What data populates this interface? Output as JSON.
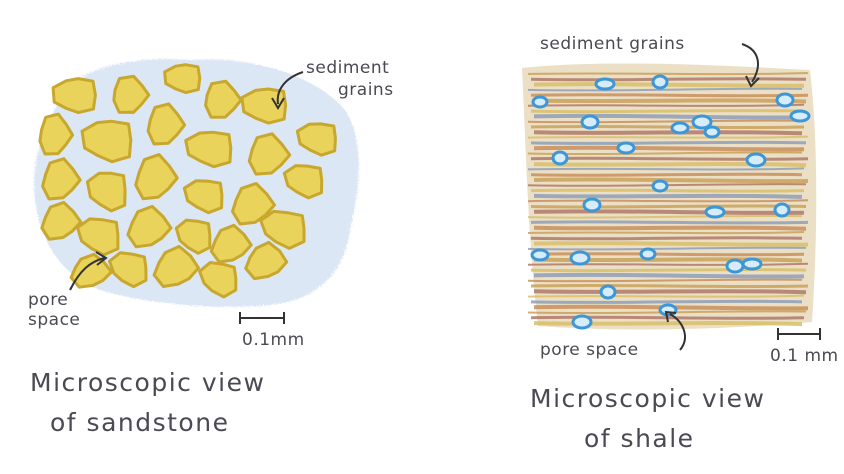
{
  "panels": {
    "sandstone": {
      "sediment_label": [
        "sediment",
        "grains"
      ],
      "pore_label": [
        "pore",
        "space"
      ],
      "scale_label": "0.1mm",
      "caption": [
        "Microscopic view",
        "of sandstone"
      ],
      "grain_color": "#e9d35a",
      "grain_outline": "#c8a72e",
      "pore_color": "#a9c8e8"
    },
    "shale": {
      "sediment_label": "sediment grains",
      "pore_label": "pore space",
      "scale_label": "0.1 mm",
      "caption": [
        "Microscopic view",
        "of shale"
      ],
      "pore_color": "#3d97d6",
      "layer_colors": [
        "#c9a25a",
        "#b07a6a",
        "#d8c06a",
        "#8fa0b8",
        "#c98f5c"
      ]
    }
  }
}
